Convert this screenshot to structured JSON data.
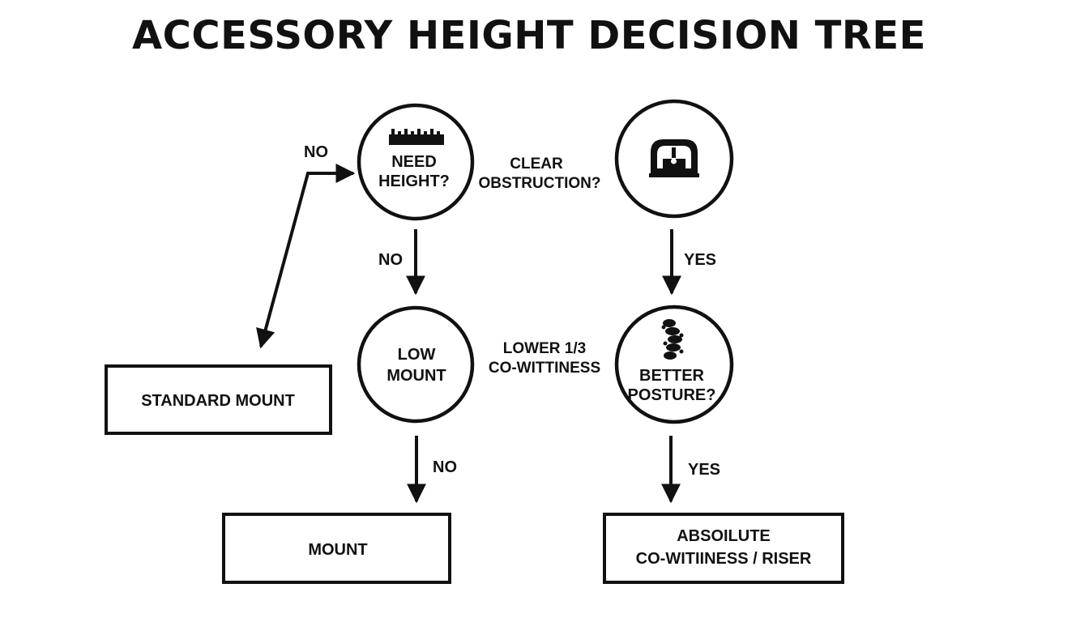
{
  "title": "ACCESSORY HEIGHT DECISION TREE",
  "colors": {
    "ink": "#111111",
    "background": "#ffffff"
  },
  "nodes": {
    "need_height": {
      "line1": "NEED",
      "line2": "HEIGHT?",
      "icon": "ruler-icon"
    },
    "clear_obstruction_icon": {
      "icon": "obstruction-icon"
    },
    "low_mount": {
      "line1": "LOW",
      "line2": "MOUNT"
    },
    "better_posture": {
      "line1": "BETTER",
      "line2": "POSTURE?",
      "icon": "spine-icon"
    },
    "standard_mount": {
      "label": "STANDARD MOUNT"
    },
    "mount": {
      "label": "MOUNT"
    },
    "absolute_riser": {
      "line1": "ABSOILUTE",
      "line2": "CO-WITIINESS / RISER"
    }
  },
  "connector_labels": {
    "clear_obstruction": {
      "line1": "CLEAR",
      "line2": "OBSTRUCTION?"
    },
    "lower_cowitness": {
      "line1": "LOWER 1/3",
      "line2": "CO-WITTINESS"
    }
  },
  "edge_labels": {
    "standard_to_need": "NO",
    "need_to_low": "NO",
    "obstruction_to_posture": "YES",
    "low_to_mount": "NO",
    "posture_to_riser": "YES"
  }
}
